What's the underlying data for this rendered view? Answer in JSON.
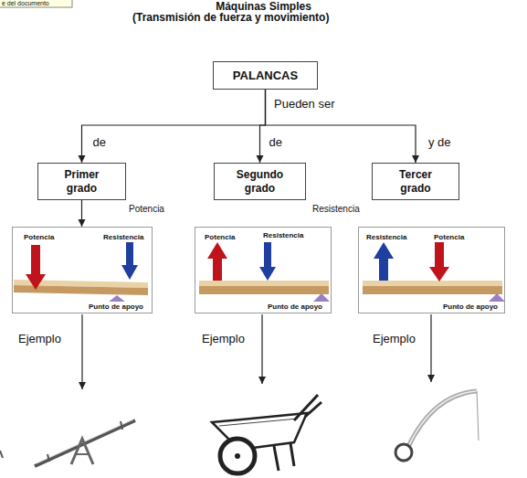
{
  "diagram": {
    "title": "Máquinas Simples",
    "nodes": [
      {
        "text": [
          "PALANCAS"
        ]
      },
      {
        "text": [
          "Primer grado"
        ]
      },
      {
        "text": [
          "Segundo grado"
        ]
      },
      {
        "text": [
          "Tercer grado"
        ]
      },
      {
        "text": [
          "Potencia",
          "Resistencia",
          "Punto de apoyo"
        ]
      },
      {
        "text": [
          "Potencia",
          "Resistencia",
          "Punto de apoyo"
        ]
      },
      {
        "text": [
          "Resistencia",
          "Potencia",
          "Punto de apoyo"
        ]
      }
    ],
    "edges": [
      {
        "from": 0,
        "to": 1,
        "arrow": "to",
        "label": "de"
      },
      {
        "from": 0,
        "to": 2,
        "arrow": "to",
        "label": "de"
      },
      {
        "from": 0,
        "to": 3,
        "arrow": "to",
        "label": "y de"
      },
      {
        "from": 1,
        "to": 4,
        "arrow": "to"
      }
    ],
    "labels": [
      "e del documento",
      "(Transmisión de fuerza y movimiento)",
      "Pueden ser",
      "Potencia",
      "Resistencia",
      "Ejemplo",
      "Ejemplo",
      "Ejemplo"
    ]
  }
}
